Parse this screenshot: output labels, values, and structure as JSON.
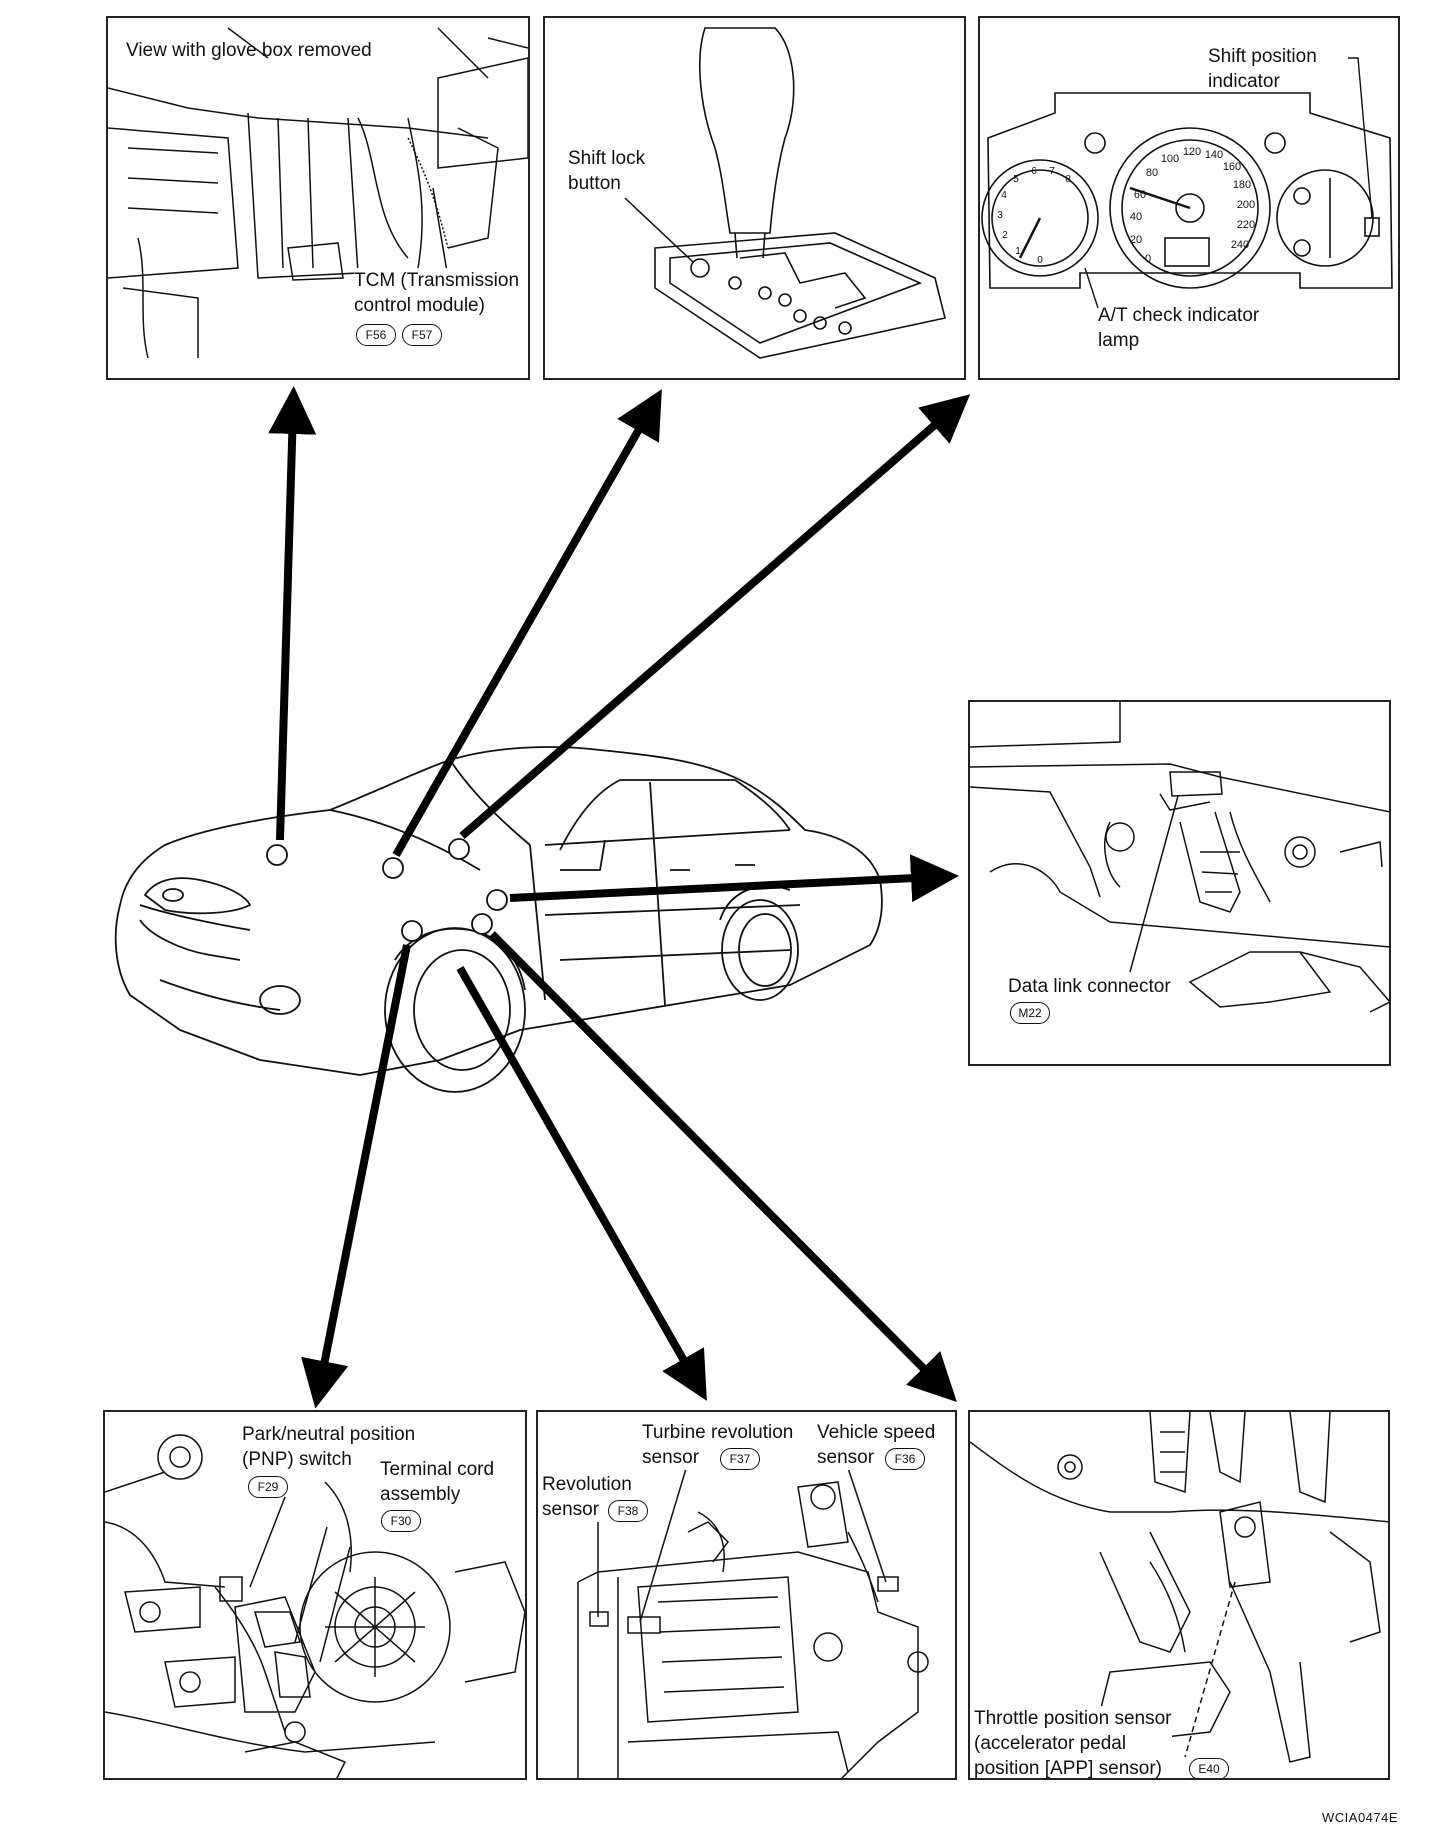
{
  "figure_code": "WCIA0474E",
  "panels": {
    "tcm": {
      "view_caption": "View with glove box removed",
      "label": "TCM (Transmission\ncontrol module)",
      "connectors": [
        "F56",
        "F57"
      ]
    },
    "shift_lock": {
      "label": "Shift lock\nbutton"
    },
    "meter": {
      "shift_indicator_label": "Shift position\nindicator",
      "check_lamp_label": "A/T check indicator\nlamp",
      "speed_ticks": [
        "0",
        "20",
        "40",
        "60",
        "80",
        "100",
        "120",
        "140",
        "160",
        "180",
        "200",
        "220",
        "240"
      ],
      "tach_ticks": [
        "0",
        "1",
        "2",
        "3",
        "4",
        "5",
        "6",
        "7",
        "8"
      ]
    },
    "dlc": {
      "label": "Data link connector",
      "connector": "M22"
    },
    "pnp": {
      "pnp_label": "Park/neutral position\n(PNP) switch",
      "pnp_connector": "F29",
      "terminal_label": "Terminal cord\nassembly",
      "terminal_connector": "F30"
    },
    "sensors": {
      "turbine_label": "Turbine revolution\nsensor",
      "turbine_connector": "F37",
      "vss_label": "Vehicle speed\nsensor",
      "vss_connector": "F36",
      "rev_label": "Revolution\nsensor",
      "rev_connector": "F38"
    },
    "throttle": {
      "label": "Throttle position sensor\n(accelerator pedal\nposition [APP] sensor)",
      "connector": "E40"
    }
  }
}
